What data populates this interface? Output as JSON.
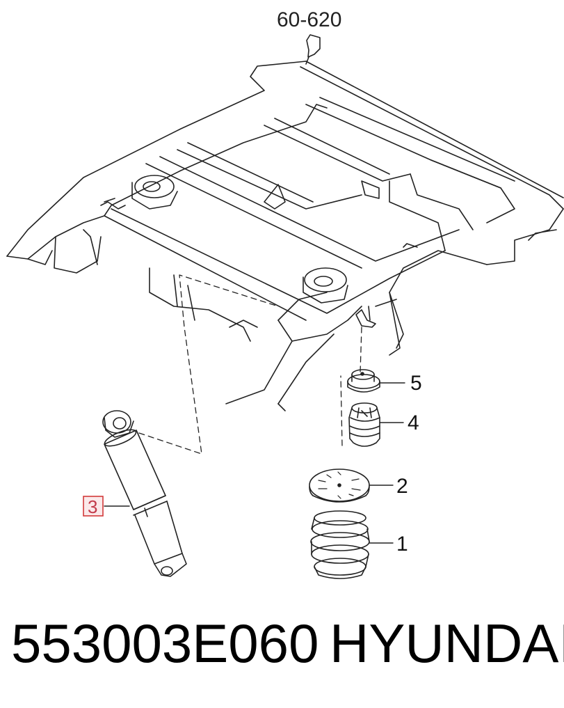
{
  "diagram": {
    "reference_label": "60-620",
    "parts": [
      {
        "id": "1",
        "label": "1"
      },
      {
        "id": "2",
        "label": "2"
      },
      {
        "id": "3",
        "label": "3",
        "highlighted": true
      },
      {
        "id": "4",
        "label": "4"
      },
      {
        "id": "5",
        "label": "5"
      }
    ],
    "highlight_color": "#d23a3a"
  },
  "caption": {
    "part_number": "553003E060",
    "brand": "HYUNDAI"
  }
}
